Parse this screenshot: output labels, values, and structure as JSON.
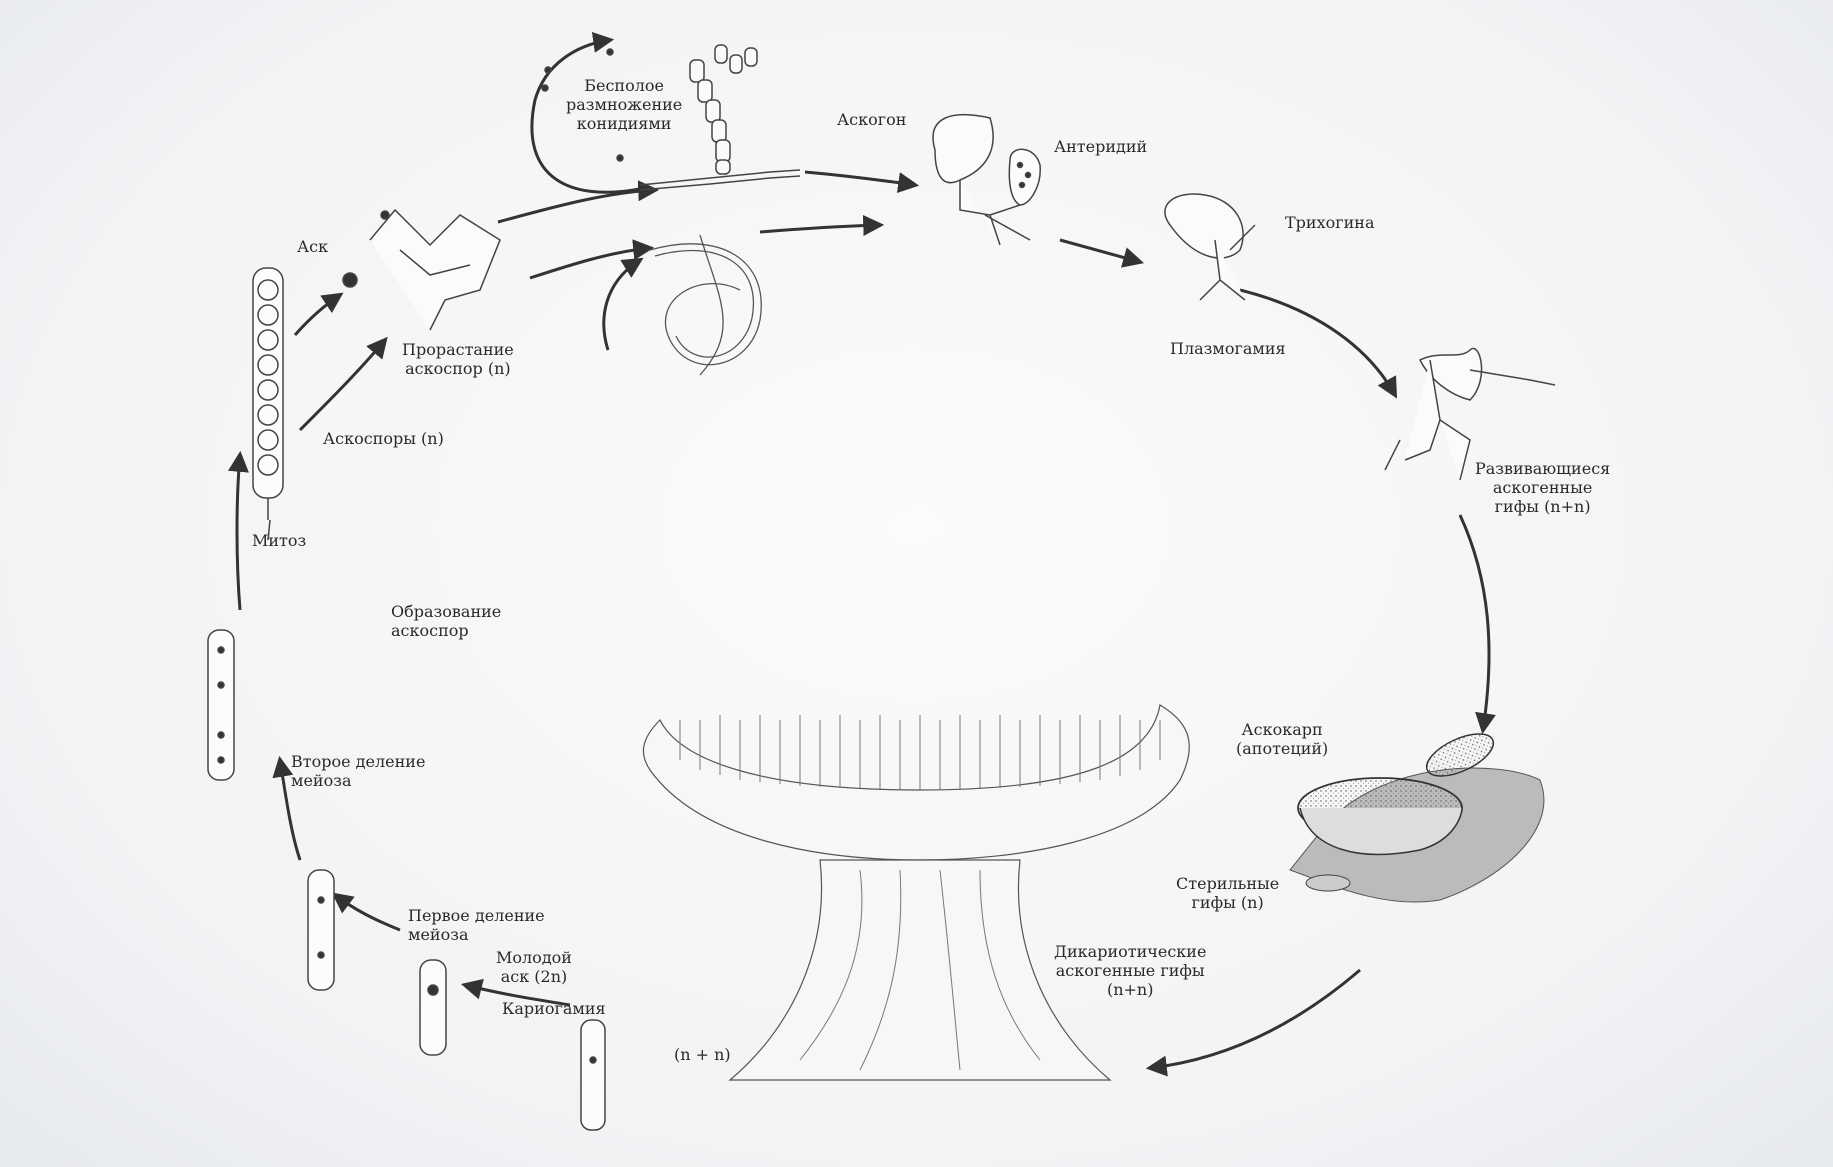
{
  "labels": {
    "asexual": [
      "Бесполое",
      "размножение",
      "конидиями"
    ],
    "ascogon": "Аскогон",
    "antheridium": "Антеридий",
    "trichogyne": "Трихогина",
    "plasmogamy": "Плазмогамия",
    "developing_hyphae": [
      "Развивающиеся",
      "аскогенные",
      "гифы (n+n)"
    ],
    "ascocarp": [
      "Аскокарп",
      "(апотеций)"
    ],
    "sterile_hyphae": [
      "Стерильные",
      "гифы (n)"
    ],
    "dikaryotic_hyphae": [
      "Дикариотические",
      "аскогенные гифы",
      "(n+n)"
    ],
    "nn": "(n + n)",
    "karyogamy": "Кариогамия",
    "young_ascus": [
      "Молодой",
      "аск (2n)"
    ],
    "first_division": [
      "Первое деление",
      "мейоза"
    ],
    "second_division": [
      "Второе деление",
      "мейоза"
    ],
    "spore_formation": [
      "Образование",
      "аскоспор"
    ],
    "mitosis": "Митоз",
    "ascospores": "Аскоспоры (n)",
    "ascus": "Аск",
    "germination": [
      "Прорастание",
      "аскоспор (n)"
    ]
  }
}
